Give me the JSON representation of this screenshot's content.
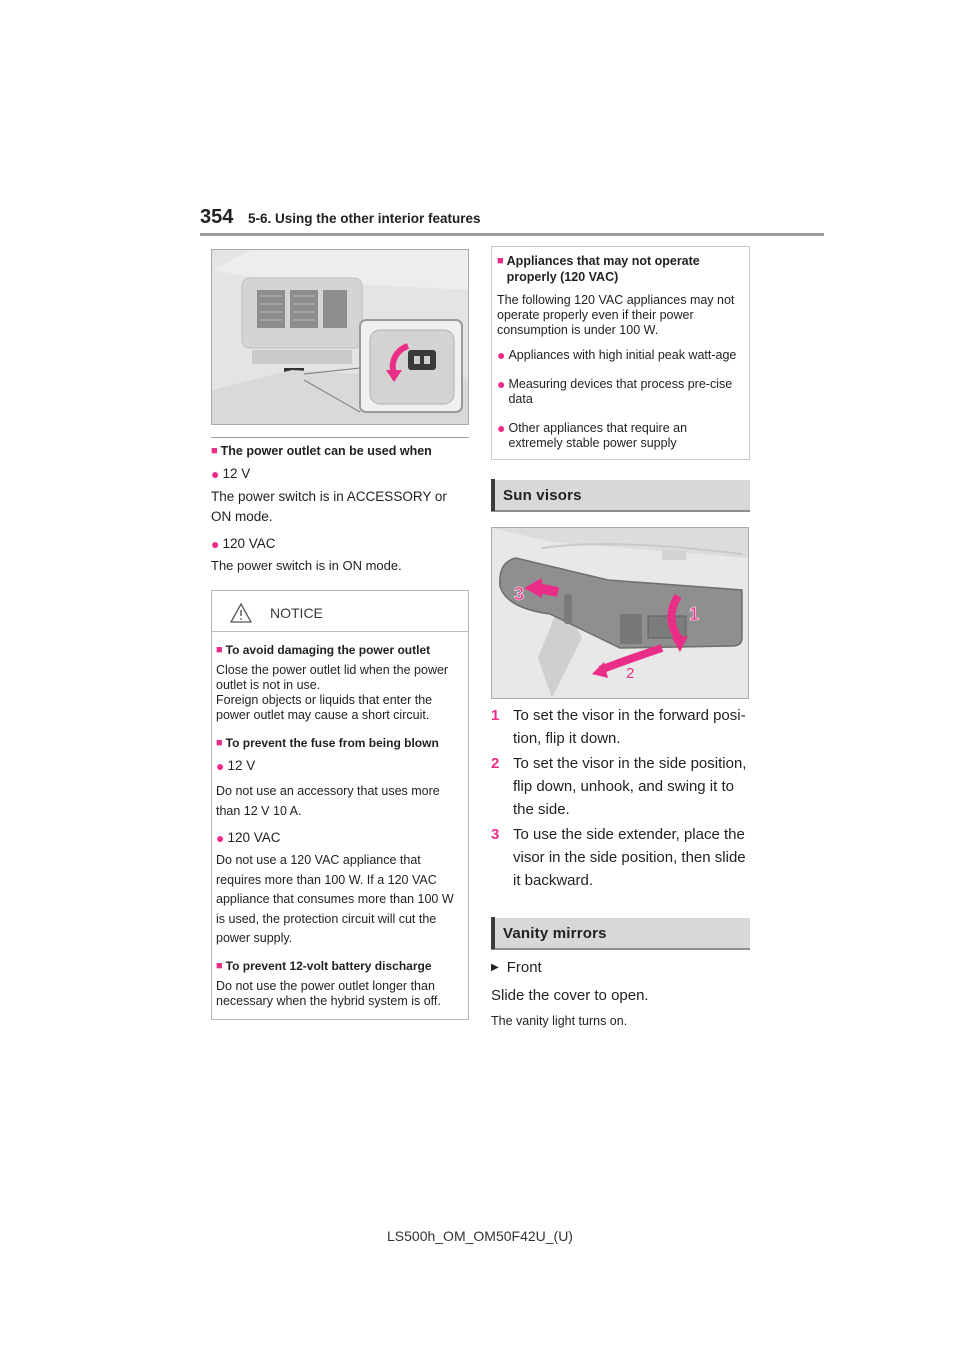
{
  "header": {
    "page_number": "354",
    "section": "5-6. Using the other interior features"
  },
  "left": {
    "power_outlet_heading": "The power outlet can be used when",
    "bullet_12v": "12 V",
    "text_12v": "The power switch is in ACCESSORY or ON mode.",
    "bullet_120v": "120 VAC",
    "text_120v": "The power switch is in ON mode.",
    "notice": {
      "title": "NOTICE",
      "h1": "To avoid damaging the power outlet",
      "p1a": "Close the power outlet lid when the power outlet is not in use.",
      "p1b": "Foreign objects or liquids that enter the power outlet may cause a short circuit.",
      "h2": "To prevent the fuse from being blown",
      "b2a": "12 V",
      "p2a": "Do not use an accessory that uses more than 12 V 10 A.",
      "b2b": "120 VAC",
      "p2b": "Do not use a 120 VAC appliance that requires more than 100 W. If a 120 VAC appliance that consumes more than 100 W is used, the protection circuit will cut the power supply.",
      "h3": "To prevent 12-volt battery discharge",
      "p3": "Do not use the power outlet longer than necessary when the hybrid system is off."
    }
  },
  "right": {
    "appl_heading": "Appliances that may not operate properly (120 VAC)",
    "appl_text": "The following 120 VAC appliances may not operate properly even if their power consumption is under 100 W.",
    "appl_bullets": [
      "Appliances with high initial peak watt-age",
      "Measuring devices that process pre-cise data",
      "Other appliances that require an extremely stable power supply"
    ],
    "sun_visors_title": "Sun visors",
    "figure_labels": [
      "1",
      "2",
      "3"
    ],
    "steps": [
      {
        "num": "1",
        "text": "To set the visor in the forward posi-tion, flip it down."
      },
      {
        "num": "2",
        "text": "To set the visor in the side position, flip down, unhook, and swing it to the side."
      },
      {
        "num": "3",
        "text": "To use the side extender, place the visor in the side position, then slide it backward."
      }
    ],
    "vanity_title": "Vanity mirrors",
    "front_label": "Front",
    "slide_text": "Slide the cover to open.",
    "light_text": "The vanity light turns on."
  },
  "footer": {
    "code": "LS500h_OM_OM50F42U_(U)"
  },
  "colors": {
    "accent": "#ea2e88",
    "band": "#d8d8d8"
  }
}
